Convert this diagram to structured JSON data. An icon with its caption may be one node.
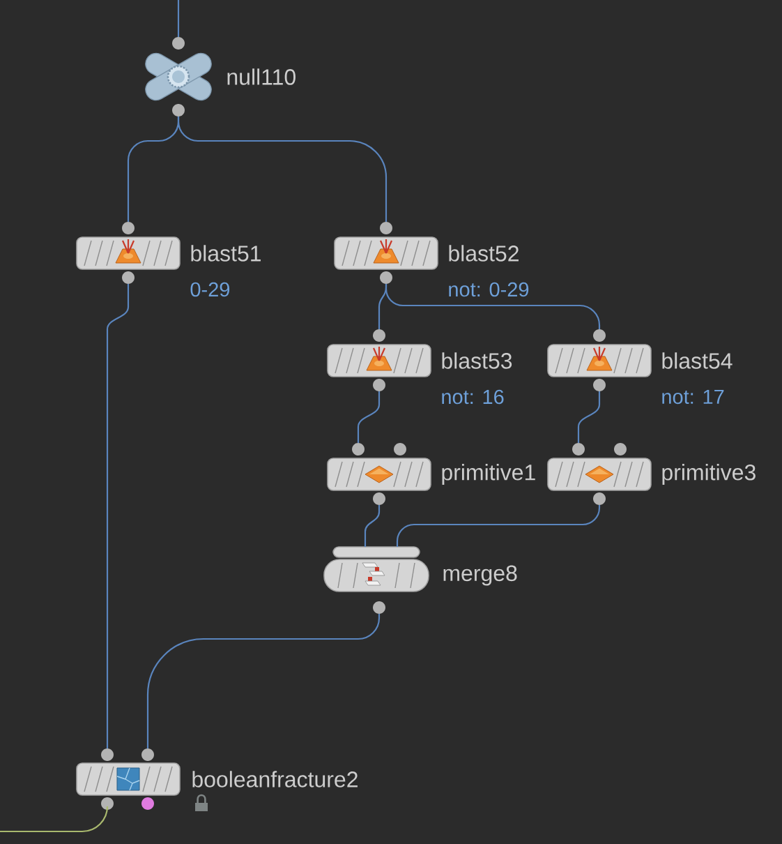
{
  "diagram": {
    "nodes": [
      {
        "text": [
          "null110"
        ]
      },
      {
        "text": [
          "blast51"
        ],
        "beside": [
          "0-29"
        ]
      },
      {
        "text": [
          "blast52"
        ],
        "beside": [
          "not: 0-29"
        ]
      },
      {
        "text": [
          "blast53"
        ],
        "beside": [
          "not: 16"
        ]
      },
      {
        "text": [
          "blast54"
        ],
        "beside": [
          "not: 17"
        ]
      },
      {
        "text": [
          "primitive1"
        ]
      },
      {
        "text": [
          "primitive3"
        ]
      },
      {
        "text": [
          "merge8"
        ]
      },
      {
        "text": [
          "booleanfracture2"
        ]
      }
    ],
    "edges": [
      {
        "from": null,
        "to": 0,
        "arrow": "none"
      },
      {
        "from": 0,
        "to": 1,
        "arrow": "none"
      },
      {
        "from": 0,
        "to": 2,
        "arrow": "none"
      },
      {
        "from": 1,
        "to": 8,
        "arrow": "none"
      },
      {
        "from": 2,
        "to": 3,
        "arrow": "none"
      },
      {
        "from": 2,
        "to": 4,
        "arrow": "none"
      },
      {
        "from": 3,
        "to": 5,
        "arrow": "none"
      },
      {
        "from": 4,
        "to": 6,
        "arrow": "none"
      },
      {
        "from": 5,
        "to": 7,
        "arrow": "none"
      },
      {
        "from": 6,
        "to": 7,
        "arrow": "none"
      },
      {
        "from": 7,
        "to": 8,
        "arrow": "none"
      },
      {
        "from": 8,
        "to": null,
        "arrow": "none",
        "color": "#a9b96e"
      }
    ]
  }
}
